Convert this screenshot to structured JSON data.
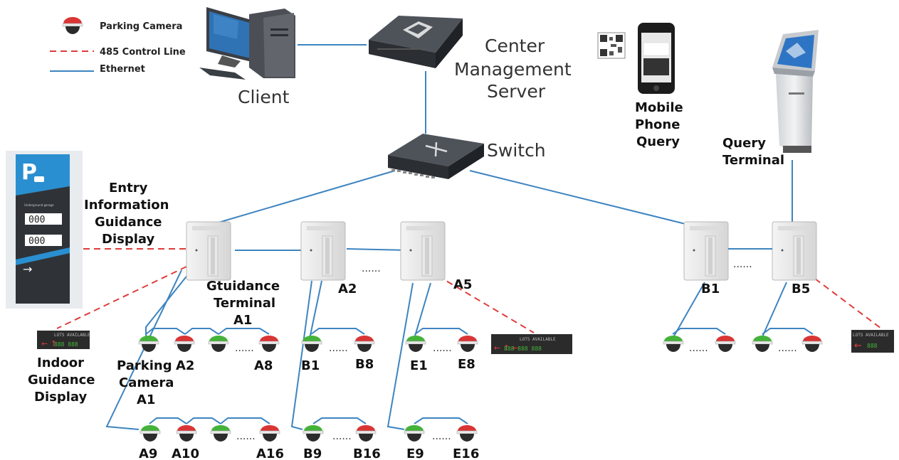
{
  "legend": {
    "camera": "Parking Camera",
    "control": "485 Control Line",
    "ethernet": "Ethernet"
  },
  "labels": {
    "client": "Client",
    "server_line1": "Center",
    "server_line2": "Management",
    "server_line3": "Server",
    "switch": "Switch",
    "mobile_line1": "Mobile",
    "mobile_line2": "Phone",
    "mobile_line3": "Query",
    "query_line1": "Query",
    "query_line2": "Terminal",
    "entry_line1": "Entry",
    "entry_line2": "Information",
    "entry_line3": "Guidance",
    "entry_line4": "Display",
    "terminal_line1": "Gtuidance",
    "terminal_line2": "Terminal",
    "terminal_line3": "A1",
    "indoor_line1": "Indoor",
    "indoor_line2": "Guidance",
    "indoor_line3": "Display",
    "cam_line1": "Parking",
    "cam_line2": "Camera",
    "cam_line3": "A1",
    "a2_terminal": "A2",
    "a5_terminal": "A5",
    "b1_terminal": "B1",
    "b5_terminal": "B5",
    "cam_a2": "A2",
    "cam_a8": "A8",
    "cam_b1": "B1",
    "cam_b8": "B8",
    "cam_e1": "E1",
    "cam_e8": "E8",
    "cam_a9": "A9",
    "cam_a10": "A10",
    "cam_a16": "A16",
    "cam_b9": "B9",
    "cam_b16": "B16",
    "cam_e9": "E9",
    "cam_e16": "E16",
    "ellipsis_terminals": "......",
    "ellipsis_cams": "......"
  },
  "sign": {
    "counter1": "000",
    "counter2": "000",
    "arrow": "→",
    "parking_letter": "P",
    "sub": "Underground garage"
  },
  "led_display": {
    "header": "LOTS AVAILABLE"
  },
  "colors": {
    "ethernet": "#3d84c0",
    "control": "#e03c3c",
    "camera_free": "#45b33a",
    "camera_occupied": "#d93535"
  }
}
